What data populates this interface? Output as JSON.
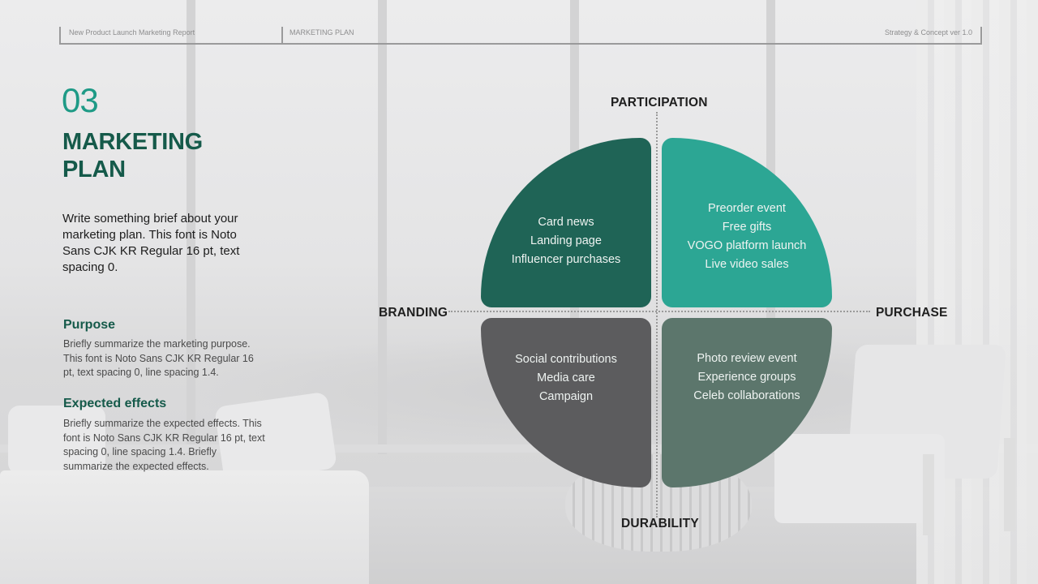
{
  "header": {
    "report_title": "New Product Launch Marketing Report",
    "section": "MARKETING PLAN",
    "version": "Strategy & Concept  ver 1.0"
  },
  "page": {
    "number": "03",
    "title_line1": "MARKETING",
    "title_line2": "PLAN",
    "intro": "Write something brief about your marketing plan. This font is Noto Sans CJK KR Regular 16 pt, text spacing 0."
  },
  "sections": [
    {
      "heading": "Purpose",
      "body": "Briefly summarize the marketing purpose. This font is Noto Sans CJK KR Regular 16 pt, text spacing 0, line spacing 1.4."
    },
    {
      "heading": "Expected effects",
      "body": "Briefly summarize the expected effects. This font is Noto Sans CJK KR Regular 16 pt, text spacing 0, line spacing 1.4. Briefly summarize the expected effects."
    }
  ],
  "diagram": {
    "axes": {
      "top": "PARTICIPATION",
      "bottom": "DURABILITY",
      "left": "BRANDING",
      "right": "PURCHASE"
    },
    "quadrants": {
      "top_left": {
        "color": "#1f6456",
        "items": [
          "Card news",
          "Landing page",
          "Influencer purchases"
        ]
      },
      "top_right": {
        "color": "#2ca694",
        "items": [
          "Preorder event",
          "Free gifts",
          "VOGO platform launch",
          "Live video sales"
        ]
      },
      "bottom_left": {
        "color": "#5c5c5e",
        "items": [
          "Social contributions",
          "Media care",
          "Campaign"
        ]
      },
      "bottom_right": {
        "color": "#5c766c",
        "items": [
          "Photo review event",
          "Experience groups",
          "Celeb collaborations"
        ]
      }
    }
  },
  "colors": {
    "accent_dark": "#155a4a",
    "accent_teal": "#1e9a86"
  }
}
